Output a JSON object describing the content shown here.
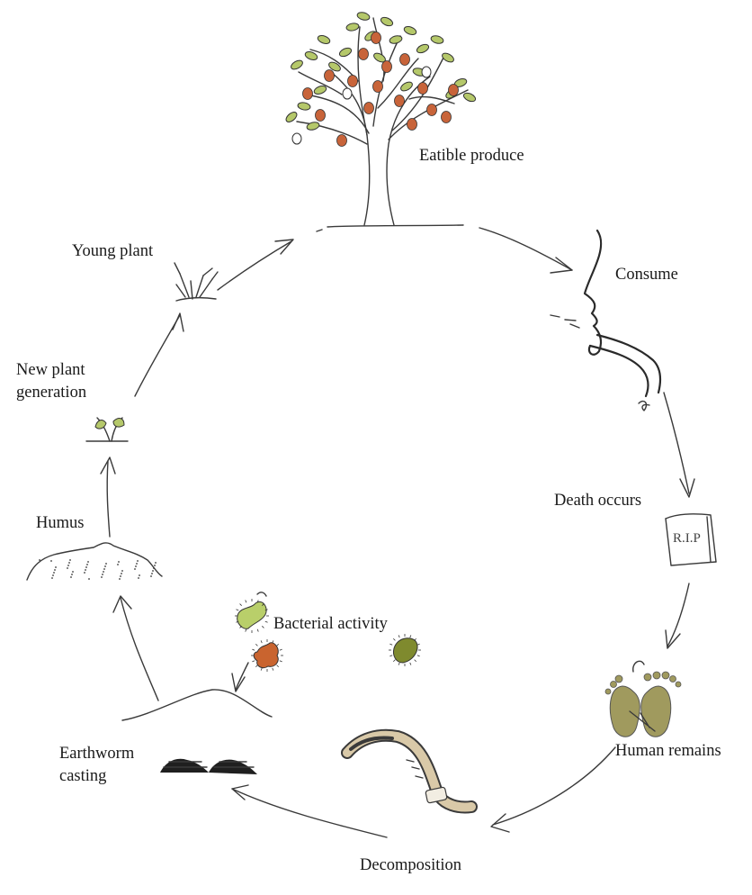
{
  "labels": {
    "eatible_produce": "Eatible produce",
    "consume": "Consume",
    "death_occurs": "Death occurs",
    "human_remains": "Human remains",
    "decomposition": "Decomposition",
    "earthworm_line1": "Earthworm",
    "earthworm_line2": "casting",
    "bacterial_activity": "Bacterial activity",
    "humus": "Humus",
    "new_plant_line1": "New plant",
    "new_plant_line2": "generation",
    "young_plant": "Young plant"
  },
  "tombstone_text": "R.I.P",
  "icons": [
    "fruit-tree-icon",
    "human-face-profile-icon",
    "tombstone-icon",
    "footprints-icon",
    "earthworm-icon",
    "worm-casting-icon",
    "bacteria-icon",
    "humus-mound-icon",
    "seedling-icon",
    "young-plant-icon"
  ],
  "colors": {
    "ink": "#3a3a3a",
    "leaf_green": "#b5c86a",
    "fruit_orange": "#c8643a",
    "bacteria_light": "#b9cf6a",
    "bacteria_orange": "#c9642f",
    "bacteria_dark": "#7f8a2e",
    "foot_khaki": "#a09a5e",
    "worm_beige": "#d9c9a8"
  }
}
